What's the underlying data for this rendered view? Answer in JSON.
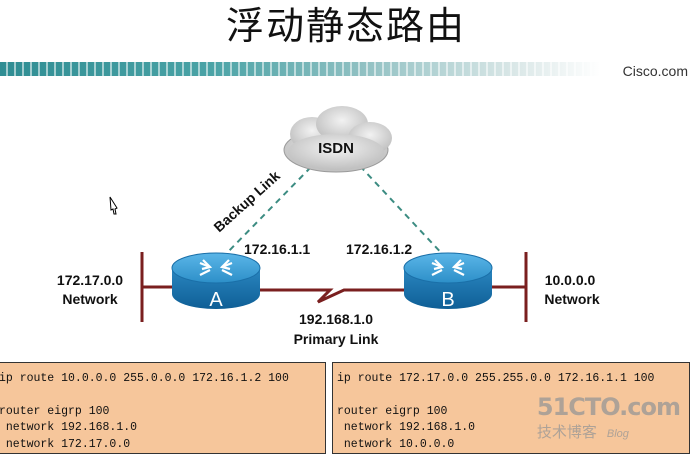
{
  "title": "浮动静态路由",
  "brand": "Cisco.com",
  "cloud_label": "ISDN",
  "backup_link_label": "Backup Link",
  "router_a": {
    "label": "A",
    "ip": "172.16.1.1"
  },
  "router_b": {
    "label": "B",
    "ip": "172.16.1.2"
  },
  "network_left": {
    "address": "172.17.0.0",
    "label": "Network"
  },
  "network_right": {
    "address": "10.0.0.0",
    "label": "Network"
  },
  "primary_link": {
    "address": "192.168.1.0",
    "label": "Primary Link"
  },
  "config_a": {
    "line1": "ip route 10.0.0.0 255.0.0.0 172.16.1.2 100",
    "line2": "router eigrp 100",
    "line3": " network 192.168.1.0",
    "line4": " network 172.17.0.0"
  },
  "config_b": {
    "line1": "ip route 172.17.0.0 255.255.0.0 172.16.1.1 100",
    "line2": "router eigrp 100",
    "line3": " network 192.168.1.0",
    "line4": " network 10.0.0.0"
  },
  "watermark": {
    "site": "51CTO.com",
    "sub": "技术博客",
    "blog": "Blog"
  },
  "colors": {
    "router": "#2d8fc8",
    "code_bg": "#f6c69b",
    "segment": "#7a1f1f",
    "dashed": "#3c8c82"
  }
}
